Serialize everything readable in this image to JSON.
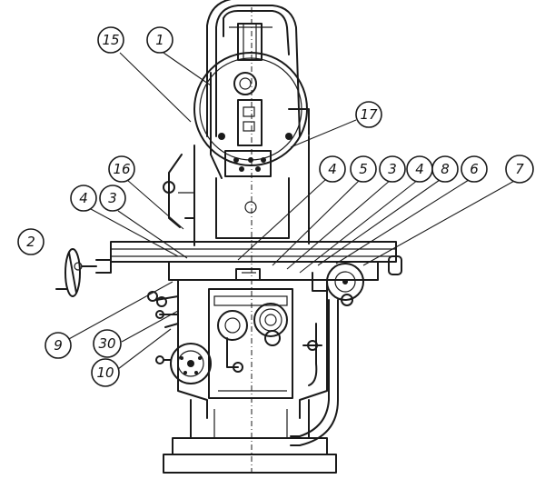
{
  "callouts": [
    {
      "id": "c15",
      "label": "15"
    },
    {
      "id": "c1",
      "label": "1"
    },
    {
      "id": "c17",
      "label": "17"
    },
    {
      "id": "c16",
      "label": "16"
    },
    {
      "id": "c4a",
      "label": "4"
    },
    {
      "id": "c5",
      "label": "5"
    },
    {
      "id": "c3a",
      "label": "3"
    },
    {
      "id": "c4b",
      "label": "4"
    },
    {
      "id": "c8",
      "label": "8"
    },
    {
      "id": "c6",
      "label": "6"
    },
    {
      "id": "c7",
      "label": "7"
    },
    {
      "id": "c4c",
      "label": "4"
    },
    {
      "id": "c3b",
      "label": "3"
    },
    {
      "id": "c2",
      "label": "2"
    },
    {
      "id": "c9",
      "label": "9"
    },
    {
      "id": "c30",
      "label": "30"
    },
    {
      "id": "c10",
      "label": "10"
    }
  ]
}
